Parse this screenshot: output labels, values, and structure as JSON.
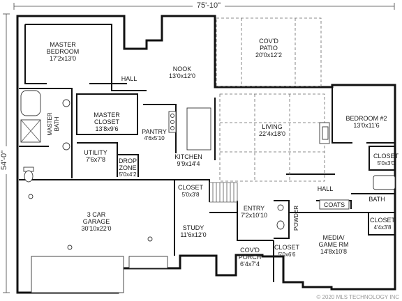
{
  "dimensions": {
    "width": "75'-10\"",
    "depth": "54'-0\""
  },
  "rooms": {
    "master_bedroom": {
      "name": [
        "MASTER",
        "BEDROOM"
      ],
      "size": "17'2x13'0"
    },
    "covd_patio": {
      "name": [
        "COV'D",
        "PATIO"
      ],
      "size": "20'0x12'2"
    },
    "nook": {
      "name": "NOOK",
      "size": "13'0x12'0"
    },
    "hall_upper": {
      "name": "HALL"
    },
    "master_closet": {
      "name": [
        "MASTER",
        "CLOSET"
      ],
      "size": "13'8x9'6"
    },
    "master_bath": {
      "name": [
        "MASTER",
        "BATH"
      ]
    },
    "pantry": {
      "name": "PANTRY",
      "size": "4'6x5'10"
    },
    "living": {
      "name": "LIVING",
      "size": "22'4x18'0"
    },
    "bedroom2": {
      "name": "BEDROOM #2",
      "size": "13'0x11'6"
    },
    "utility": {
      "name": "UTILITY",
      "size": "7'6x7'8"
    },
    "drop_zone": {
      "name": [
        "DROP",
        "ZONE"
      ],
      "size": "5'0x4'2"
    },
    "kitchen": {
      "name": "KITCHEN",
      "size": "9'9x14'4"
    },
    "closet_b2": {
      "name": "CLOSET",
      "size": "5'0x3'0"
    },
    "closet_study": {
      "name": "CLOSET",
      "size": "5'0x3'8"
    },
    "hall_right": {
      "name": "HALL"
    },
    "coats": {
      "name": "COATS"
    },
    "bath": {
      "name": "BATH"
    },
    "garage": {
      "name": [
        "3 CAR",
        "GARAGE"
      ],
      "size": "30'10x22'0"
    },
    "entry": {
      "name": "ENTRY",
      "size": "7'2x10'10"
    },
    "powder": {
      "name": "POWDER"
    },
    "closet_media": {
      "name": "CLOSET",
      "size": "4'4x3'8"
    },
    "study": {
      "name": "STUDY",
      "size": "11'6x12'0"
    },
    "media": {
      "name": [
        "MEDIA/",
        "GAME RM"
      ],
      "size": "14'8x10'8"
    },
    "covd_porch": {
      "name": [
        "COV'D",
        "PORCH"
      ],
      "size": "6'4x7'4"
    },
    "closet_entry": {
      "name": "CLOSET",
      "size": "5'0x6'6"
    }
  },
  "copyright": "© 2020 MLS TECHNOLOGY INC",
  "icons": {
    "compass": "compass-rose-icon"
  },
  "colors": {
    "walls": "#111111",
    "background": "#ffffff",
    "copyright": "#9a9a9a"
  }
}
